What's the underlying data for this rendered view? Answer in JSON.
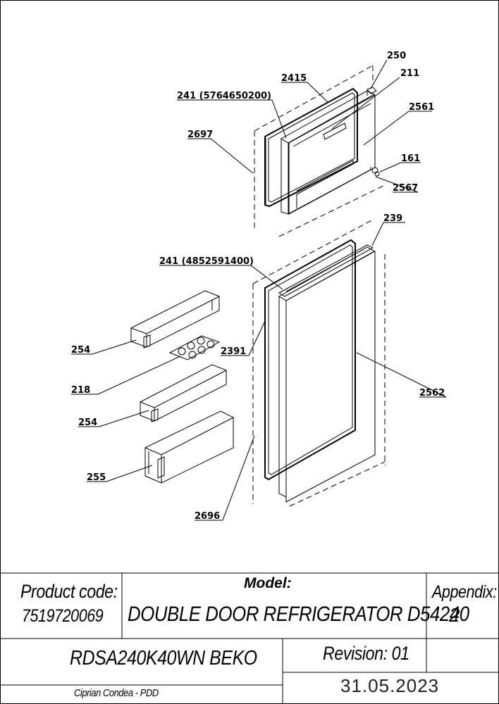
{
  "diagram": {
    "part_labels": [
      {
        "id": "250",
        "text": "250"
      },
      {
        "id": "2415",
        "text": "2415"
      },
      {
        "id": "211",
        "text": "211"
      },
      {
        "id": "241-upper",
        "text": "241 (5764650200)"
      },
      {
        "id": "2561",
        "text": "2561"
      },
      {
        "id": "2697",
        "text": "2697"
      },
      {
        "id": "161",
        "text": "161"
      },
      {
        "id": "2567",
        "text": "2567"
      },
      {
        "id": "239",
        "text": "239"
      },
      {
        "id": "241-lower",
        "text": "241 (4852591400)"
      },
      {
        "id": "254-upper",
        "text": "254"
      },
      {
        "id": "2391",
        "text": "2391"
      },
      {
        "id": "218",
        "text": "218"
      },
      {
        "id": "2562",
        "text": "2562"
      },
      {
        "id": "254-lower",
        "text": "254"
      },
      {
        "id": "255",
        "text": "255"
      },
      {
        "id": "2696",
        "text": "2696"
      }
    ]
  },
  "title_block": {
    "product_code_label": "Product code:",
    "product_code": "7519720069",
    "model_label": "Model:",
    "model": "DOUBLE DOOR REFRIGERATOR D54240",
    "appendix_label": "Appendix:",
    "appendix": "2",
    "brand_model": "RDSA240K40WN BEKO",
    "revision": "Revision: 01",
    "author": "Ciprian Condea - PDD",
    "date": "31.05.2023"
  }
}
